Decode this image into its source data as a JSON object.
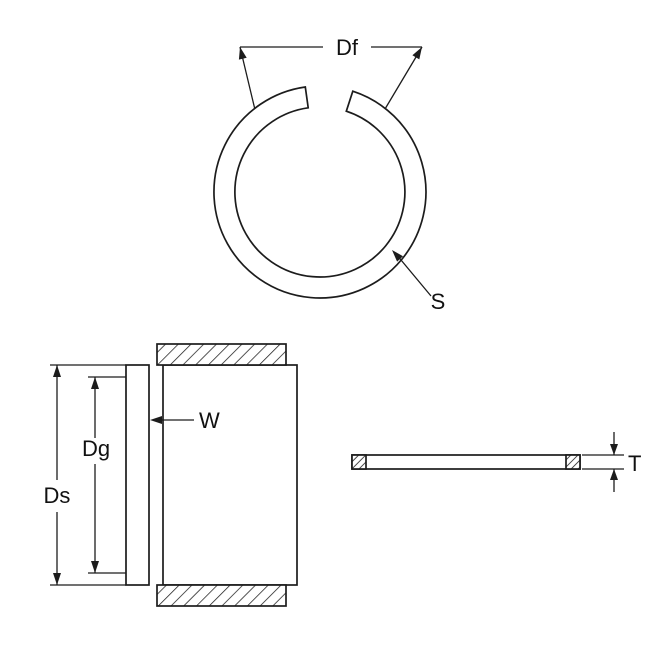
{
  "figure": {
    "labels": {
      "free_diameter": "Df",
      "section": "S",
      "shaft_diameter": "Ds",
      "groove_diameter": "Dg",
      "width": "W",
      "thickness": "T"
    },
    "colors": {
      "line": "#1c1c1c",
      "background": "#ffffff"
    }
  }
}
